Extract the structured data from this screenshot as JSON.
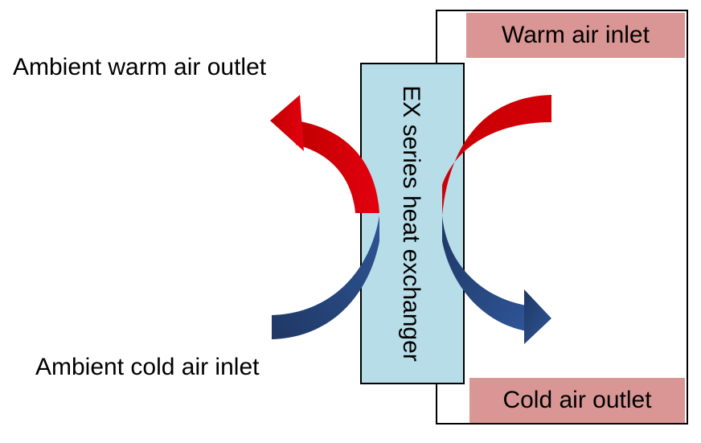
{
  "colors": {
    "exchanger_fill": "#b7dde8",
    "label_box_fill": "#d99694",
    "warm_arrow": "#e3000f",
    "warm_arrow_dark": "#c00000",
    "cold_arrow": "#1f3864",
    "cold_arrow_light": "#2e5597"
  },
  "labels": {
    "warm_air_inlet": "Warm air inlet",
    "cold_air_outlet": "Cold air outlet",
    "ambient_warm_air_outlet": "Ambient warm air outlet",
    "ambient_cold_air_inlet": "Ambient cold air inlet",
    "heat_exchanger": "EX series heat exchanger"
  },
  "icons": [
    "curved-arrow-icon"
  ]
}
